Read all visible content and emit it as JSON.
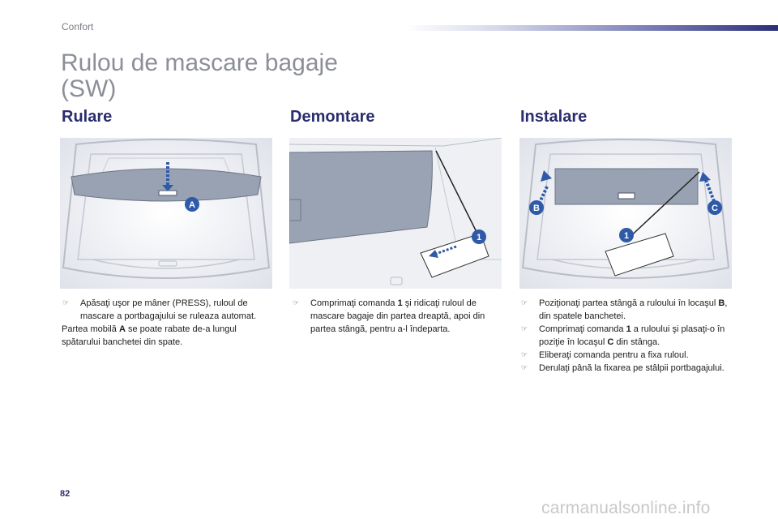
{
  "header": {
    "section": "Confort"
  },
  "title": {
    "line1": "Rulou de mascare bagaje",
    "line2": "(SW)"
  },
  "columns": [
    {
      "heading": "Rulare",
      "callouts": [
        "A"
      ],
      "bullet1": {
        "icon": "pointer-finger-icon",
        "text": "Apăsaţi uşor pe mâner (PRESS), ruloul de mascare a portbagajului se ruleaza automat."
      },
      "note": {
        "before": "Partea mobilă ",
        "bold": "A",
        "after": " se poate rabate de-a lungul spătarului banchetei din spate."
      }
    },
    {
      "heading": "Demontare",
      "callouts": [
        "1"
      ],
      "bullet1": {
        "before": "Comprimaţi comanda ",
        "bold": "1",
        "after": " şi ridicaţi ruloul de mascare bagaje din partea dreaptă, apoi din partea stângă, pentru a-l îndeparta."
      }
    },
    {
      "heading": "Instalare",
      "callouts": [
        "B",
        "C",
        "1"
      ],
      "bullet1": {
        "before": "Poziţionaţi partea stângă a ruloului în locaşul ",
        "bold": "B",
        "after": ", din spatele banchetei."
      },
      "bullet2": {
        "before": "Comprimaţi comanda ",
        "bold": "1",
        "after": " a ruloului şi plasaţi-o în poziţie în locaşul ",
        "bold2": "C",
        "after2": " din stânga."
      },
      "bullet3": {
        "text": "Eliberaţi comanda pentru a fixa ruloul."
      },
      "bullet4": {
        "text": "Derulaţi până la fixarea pe stâlpii portbagajului."
      }
    }
  ],
  "footer": {
    "page": "82",
    "watermark": "carmanualsonline.info"
  },
  "colors": {
    "heading": "#2a2d6e",
    "callout": "#2e5aa8",
    "title": "#8c8f98"
  }
}
